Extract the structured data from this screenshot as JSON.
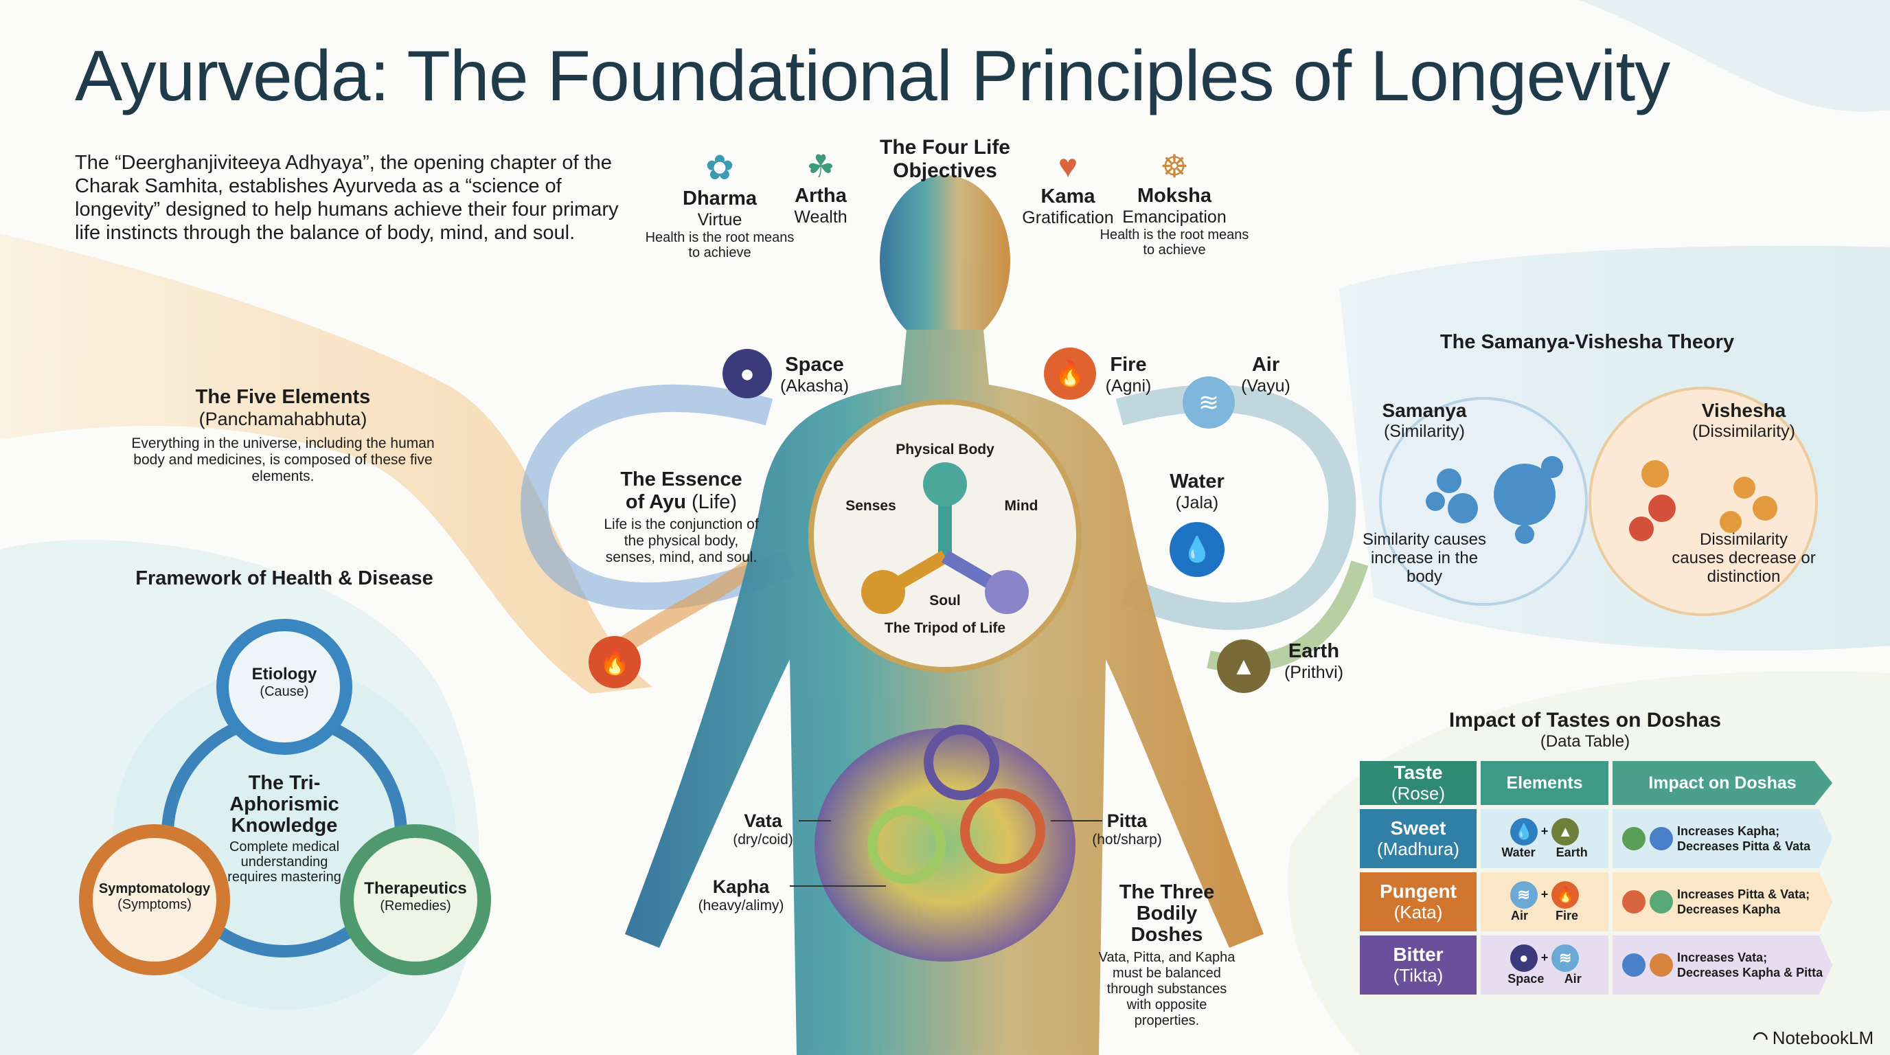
{
  "title": "Ayurveda: The Foundational Principles of Longevity",
  "intro": "The “Deerghanjiviteeya Adhyaya”, the opening chapter of the Charak Samhita, establishes Ayurveda as a “science of longevity” designed to help humans achieve their four primary life instincts through the balance of body, mind, and soul.",
  "objectives": {
    "heading": "The Four Life Objectives",
    "items": [
      {
        "name": "Dharma",
        "meaning": "Virtue",
        "note": "Health is the root means to achieve",
        "icon": "lotus-icon"
      },
      {
        "name": "Artha",
        "meaning": "Wealth",
        "note": "",
        "icon": "hand-coin-icon"
      },
      {
        "name": "Kama",
        "meaning": "Gratification",
        "note": "",
        "icon": "heart-arrow-icon"
      },
      {
        "name": "Moksha",
        "meaning": "Emancipation",
        "note": "Health is the root means to achieve",
        "icon": "meditation-icon"
      }
    ]
  },
  "five_elements": {
    "title": "The Five Elements",
    "subtitle": "(Panchamahabhuta)",
    "desc": "Everything in the universe, including the human body and medicines, is composed of these five elements.",
    "items": [
      {
        "name": "Space",
        "sanskrit": "(Akasha)"
      },
      {
        "name": "Fire",
        "sanskrit": "(Agni)"
      },
      {
        "name": "Air",
        "sanskrit": "(Vayu)"
      },
      {
        "name": "Water",
        "sanskrit": "(Jala)"
      },
      {
        "name": "Earth",
        "sanskrit": "(Prithvi)"
      }
    ]
  },
  "essence": {
    "title1": "The Essence",
    "title2": "of Ayu",
    "title3": "(Life)",
    "desc": "Life is the conjunction of the physical body, senses, mind, and soul."
  },
  "tripod": {
    "title": "The Tripod of Life",
    "top": "Physical Body",
    "left": "Senses",
    "right": "Mind",
    "bottom": "Soul"
  },
  "framework": {
    "heading": "Framework of Health & Disease",
    "center_title": "The Tri-Aphorismic Knowledge",
    "center_desc": "Complete medical understanding requires mastering",
    "nodes": [
      {
        "name": "Etiology",
        "sub": "(Cause)"
      },
      {
        "name": "Symptomatology",
        "sub": "(Symptoms)"
      },
      {
        "name": "Therapeutics",
        "sub": "(Remedies)"
      }
    ]
  },
  "doshas": {
    "title": "The Three Bodily Doshes",
    "desc": "Vata, Pitta, and Kapha must be balanced through substances with opposite properties.",
    "items": [
      {
        "name": "Vata",
        "quality": "(dry/coid)"
      },
      {
        "name": "Pitta",
        "quality": "(hot/sharp)"
      },
      {
        "name": "Kapha",
        "quality": "(heavy/alimy)"
      }
    ]
  },
  "samanya": {
    "title": "The Samanya-Vishesha Theory",
    "samanya": {
      "name": "Samanya",
      "sub": "(Similarity)",
      "desc": "Similarity causes increase in the body"
    },
    "vishesha": {
      "name": "Vishesha",
      "sub": "(Dissimilarity)",
      "desc": "Dissimilarity causes decrease or distinction"
    }
  },
  "tastes": {
    "title": "Impact of Tastes on Doshas",
    "subtitle": "(Data Table)",
    "headers": {
      "taste": "Taste",
      "taste_sub": "(Rose)",
      "elements": "Elements",
      "impact": "Impact on Doshas"
    },
    "rows": [
      {
        "taste": "Sweet",
        "sanskrit": "(Madhura)",
        "el1": "Water",
        "el2": "Earth",
        "impact1": "Increases Kapha;",
        "impact2": "Decreases Pitta & Vata",
        "color": "#2f7fa6"
      },
      {
        "taste": "Pungent",
        "sanskrit": "(Kata)",
        "el1": "Air",
        "el2": "Fire",
        "impact1": "Increases Pitta & Vata;",
        "impact2": "Decreases Kapha",
        "color": "#d0762e"
      },
      {
        "taste": "Bitter",
        "sanskrit": "(Tikta)",
        "el1": "Space",
        "el2": "Air",
        "impact1": "Increases Vata;",
        "impact2": "Decreases Kapha & Pitta",
        "color": "#6a4f9a"
      }
    ]
  },
  "brand": "NotebookLM"
}
